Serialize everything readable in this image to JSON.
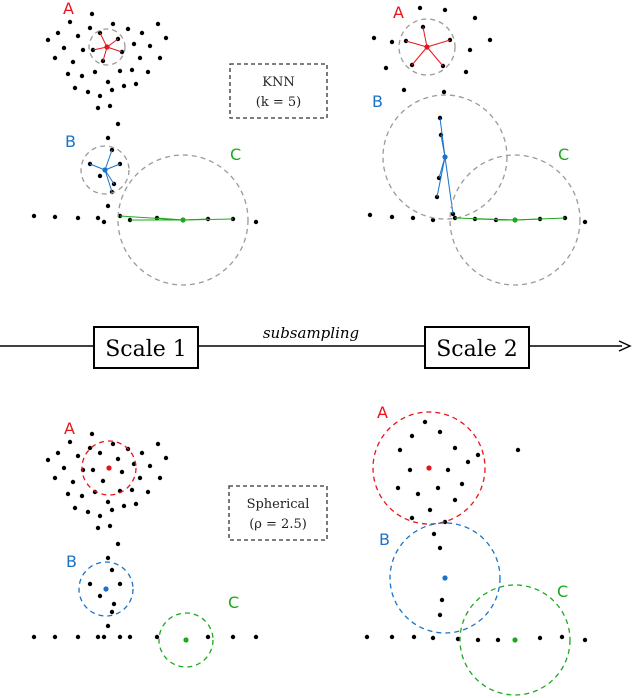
{
  "figure": {
    "top_box": {
      "line1": "KNN",
      "line2": "(k = 5)"
    },
    "bottom_box": {
      "line1": "Spherical",
      "line2": "(ρ = 2.5)"
    },
    "scale1": "Scale 1",
    "scale2": "Scale 2",
    "arrow_label": "subsampling",
    "labels": {
      "a": "A",
      "b": "B",
      "c": "C"
    },
    "colors": {
      "a": "#e8141b",
      "b": "#1a73c8",
      "c": "#1ea81e",
      "knn_circle": "#9a9a9a",
      "point": "#000000"
    }
  }
}
